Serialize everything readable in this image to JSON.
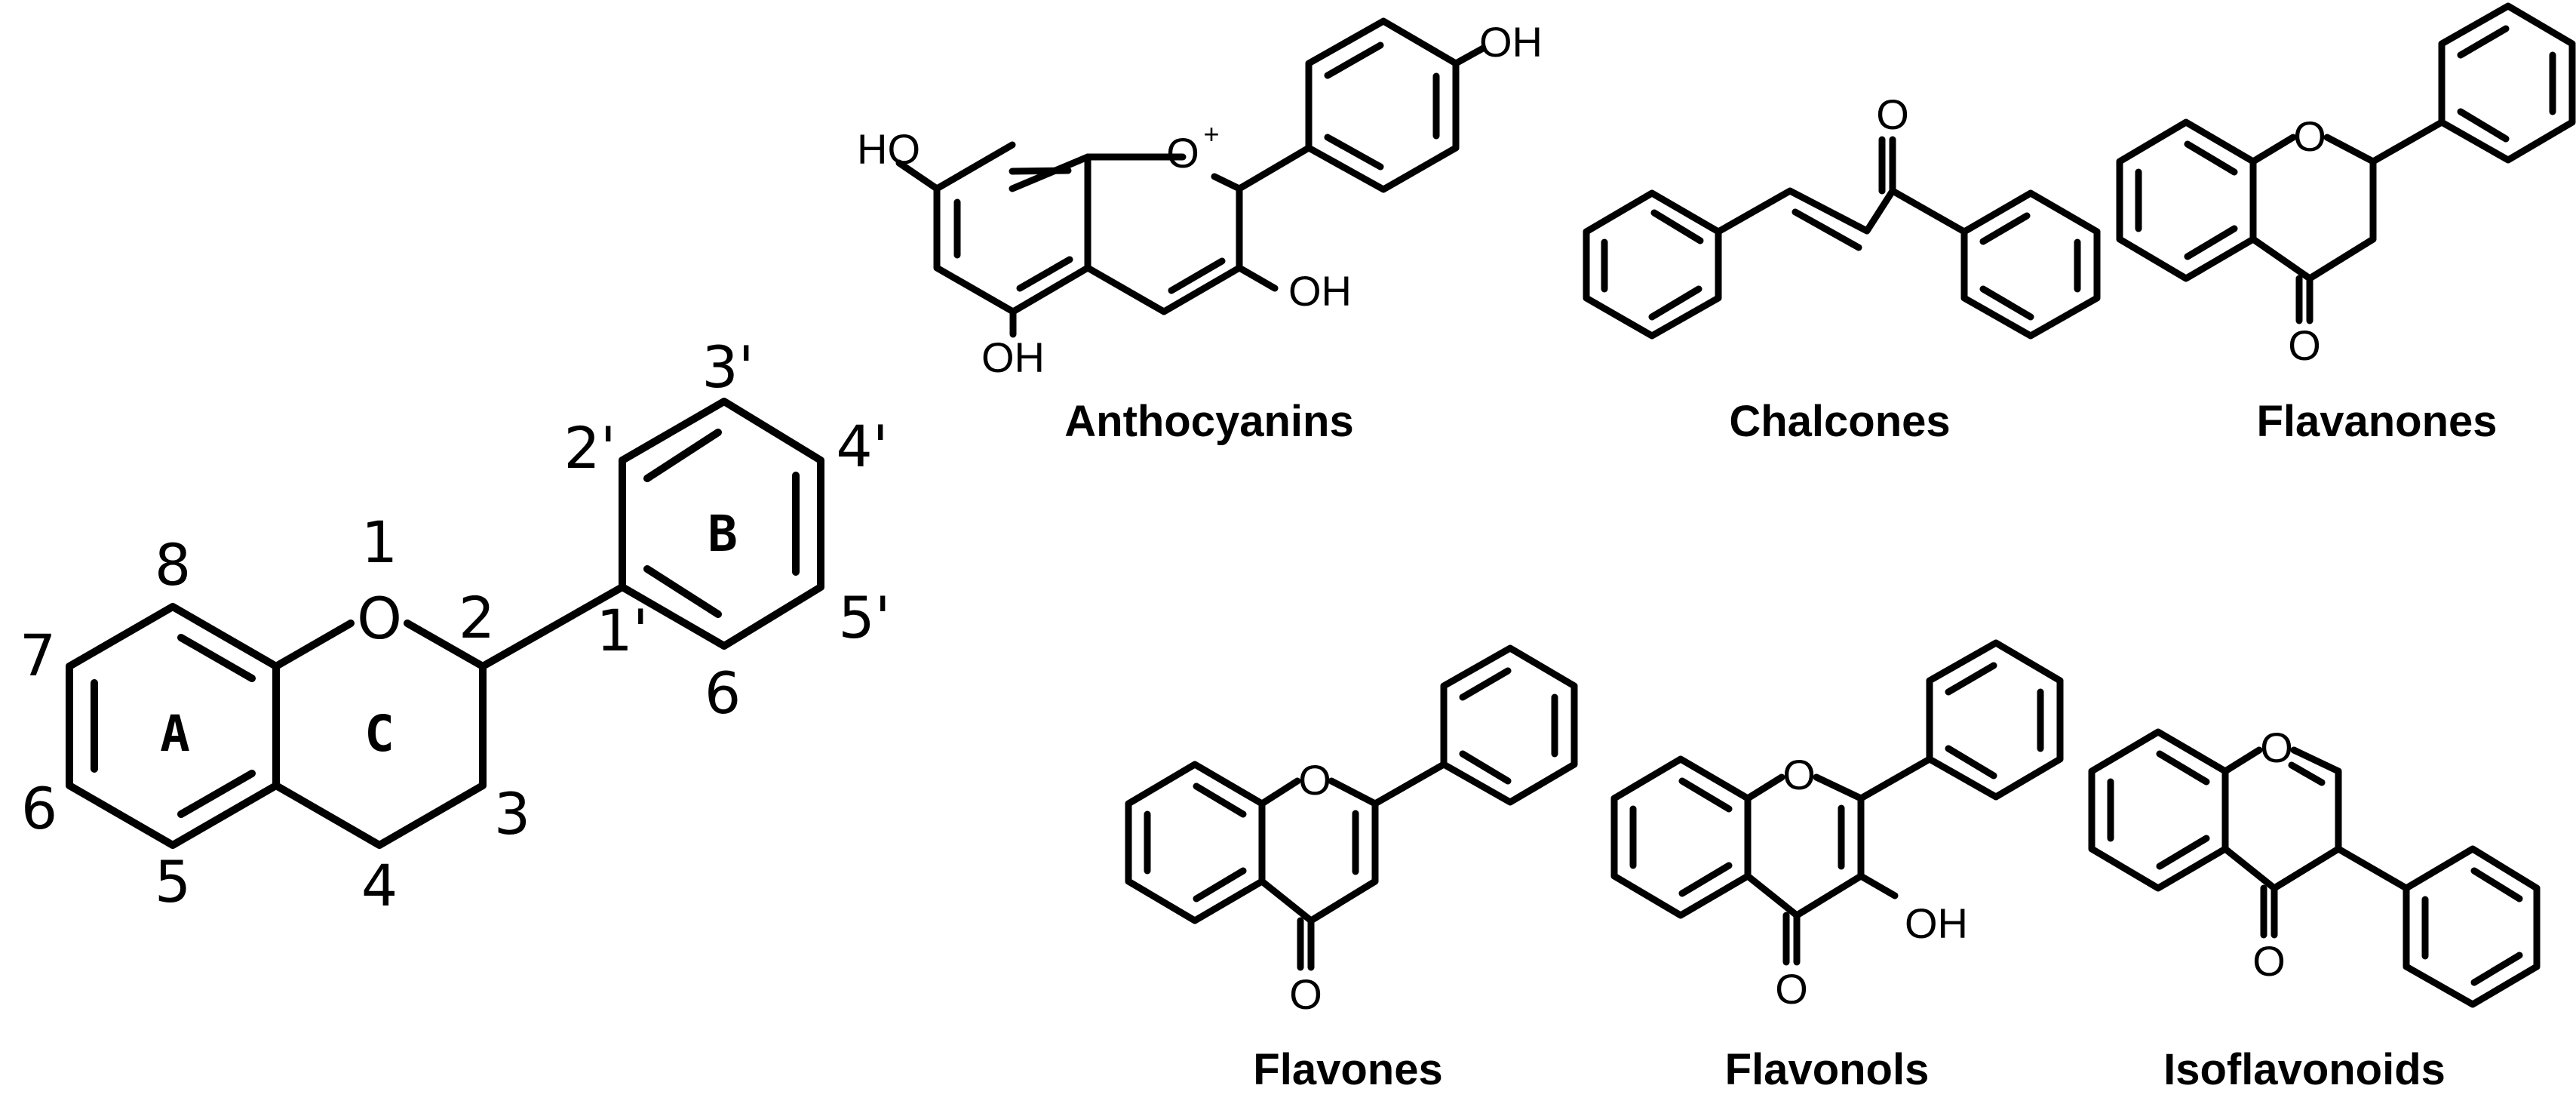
{
  "core": {
    "rings": {
      "a": "A",
      "b": "B",
      "c": "C"
    },
    "positions": {
      "p1": "1",
      "p2": "2",
      "p3": "3",
      "p4": "4",
      "p5": "5",
      "p6": "6",
      "p7": "7",
      "p8": "8",
      "p1p": "1'",
      "p2p": "2'",
      "p3p": "3'",
      "p4p": "4'",
      "p5p": "5'",
      "p6b": "6"
    },
    "oxygen": "O"
  },
  "atoms": {
    "oxygen": "O",
    "oxonium": "O",
    "plus": "+",
    "hydroxyl_left": "OH",
    "hydroxyl_right": "HO"
  },
  "captions": {
    "anthocyanins": "Anthocyanins",
    "chalcones": "Chalcones",
    "flavanones": "Flavanones",
    "flavones": "Flavones",
    "flavonols": "Flavonols",
    "isoflavonoids": "Isoflavonoids"
  }
}
